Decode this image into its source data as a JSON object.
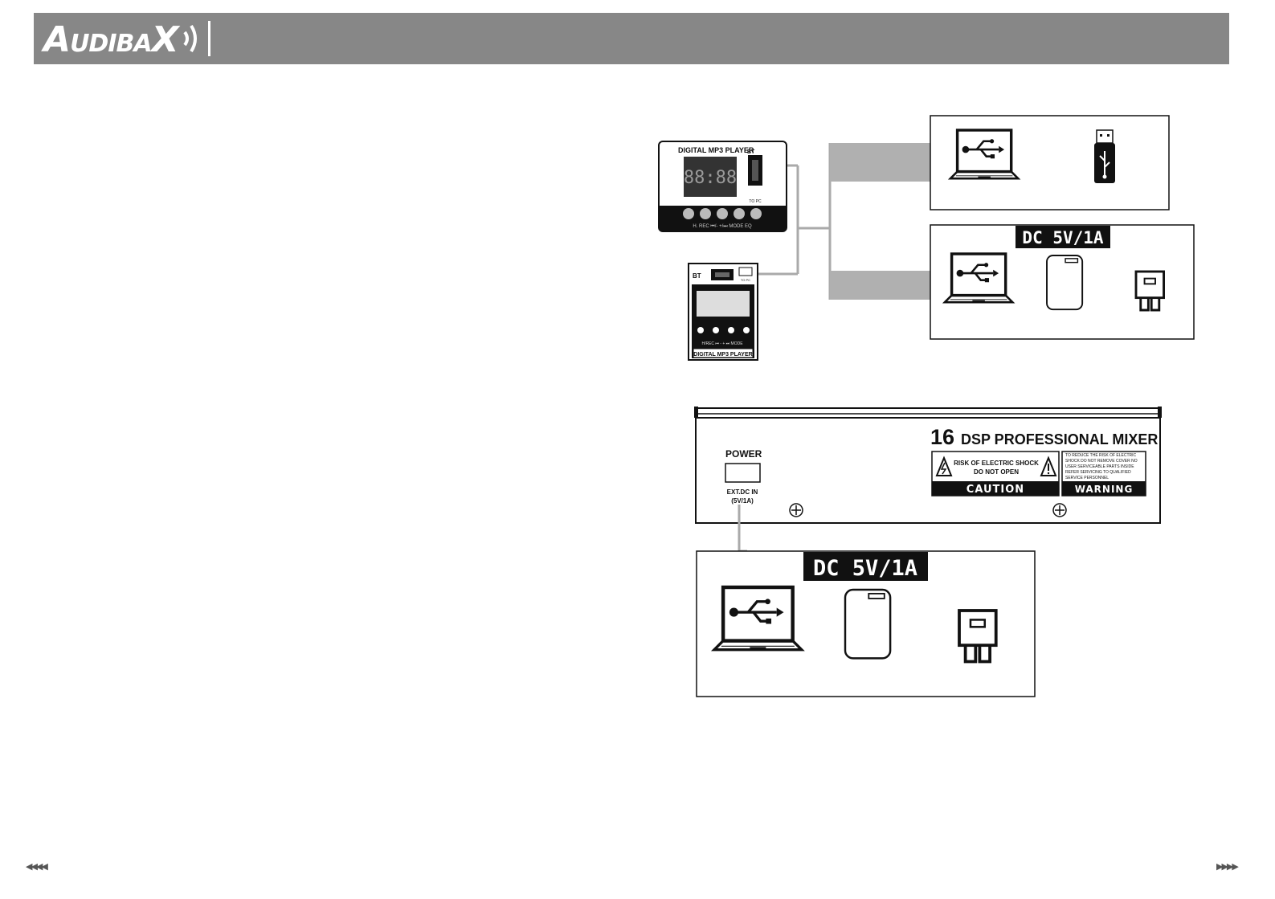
{
  "header": {
    "brand": "AUDIBAX",
    "brand_first": "A",
    "brand_rest": "UDIBA",
    "brand_last": "X"
  },
  "mp3_player_top": {
    "title": "DIGITAL MP3 PLAYER",
    "bt_label": "BT",
    "display": "88:88",
    "button_labels": "H. REC  ⏮/-  +/⏭  MODE  EQ",
    "to_pc": "TO PC"
  },
  "mp3_player_bottom": {
    "title": "DIGITAL MP3 PLAYER",
    "bt_label": "BT",
    "button_labels": "H/REC ⏮ -  + ⏭  MODE",
    "to_pc": "TO PC"
  },
  "upper_power_box": {
    "label": "DC 5V/1A"
  },
  "lower_power_box": {
    "label": "DC  5V/1A"
  },
  "mixer": {
    "model_number": "16",
    "model_name": "DSP PROFESSIONAL MIXER",
    "power_label": "POWER",
    "ext_dc_line1": "EXT.DC IN",
    "ext_dc_line2": "(5V/1A)",
    "caution_text_line1": "RISK OF ELECTRIC SHOCK",
    "caution_text_line2": "DO NOT OPEN",
    "caution_label": "CAUTION",
    "warning_text": [
      "TO REDUCE THE RISK OF ELECTRIC",
      "SHOCK DO NOT REMOVE COVER NO",
      "USER SERVICEABLE PARTS INSIDE",
      "REFER SERVICING TO QUALIFIED",
      "SERVICE PERSONNEL"
    ],
    "warning_label": "WARNING"
  },
  "icons": [
    "laptop-usb-icon",
    "usb-flash-drive-icon",
    "power-bank-icon",
    "usb-wall-adapter-icon",
    "warning-triangle-icon",
    "screw-icon"
  ],
  "footer": {
    "prev": "◀◀◀◀",
    "next": "▶▶▶▶"
  },
  "colors": {
    "header_gray": "#878787",
    "connector_gray": "#b0b0b0",
    "label_black": "#111111"
  }
}
